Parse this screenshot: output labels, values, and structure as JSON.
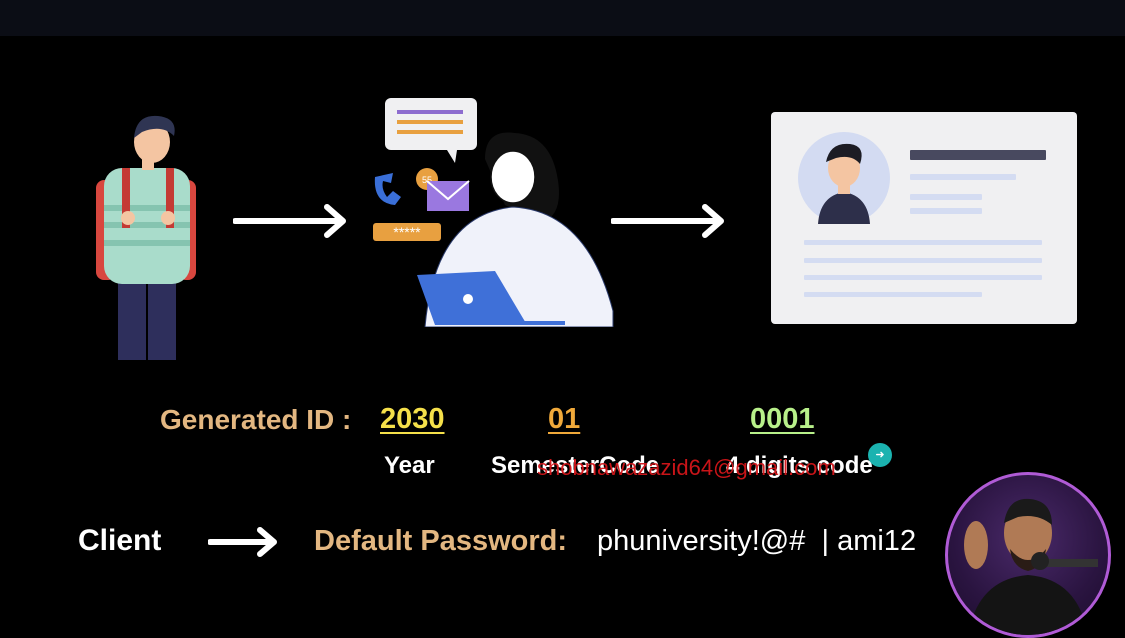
{
  "generated_id": {
    "label": "Generated ID :",
    "year_value": "2030",
    "semester_value": "01",
    "digits_value": "0001",
    "year_caption": "Year",
    "semester_caption": "SemesterCode",
    "digits_caption": "4 digits code"
  },
  "client": {
    "label": "Client",
    "password_label": "Default Password:",
    "password_value": "phuniversity!@#  | ami1",
    "password_tail": "2"
  },
  "watermark": {
    "text": "shobnawazazid64@gmail.com"
  },
  "colors": {
    "label_tan": "#e3b781",
    "year_yellow": "#f5e04a",
    "semester_orange": "#f0a93a",
    "digits_green": "#b8f08a"
  }
}
